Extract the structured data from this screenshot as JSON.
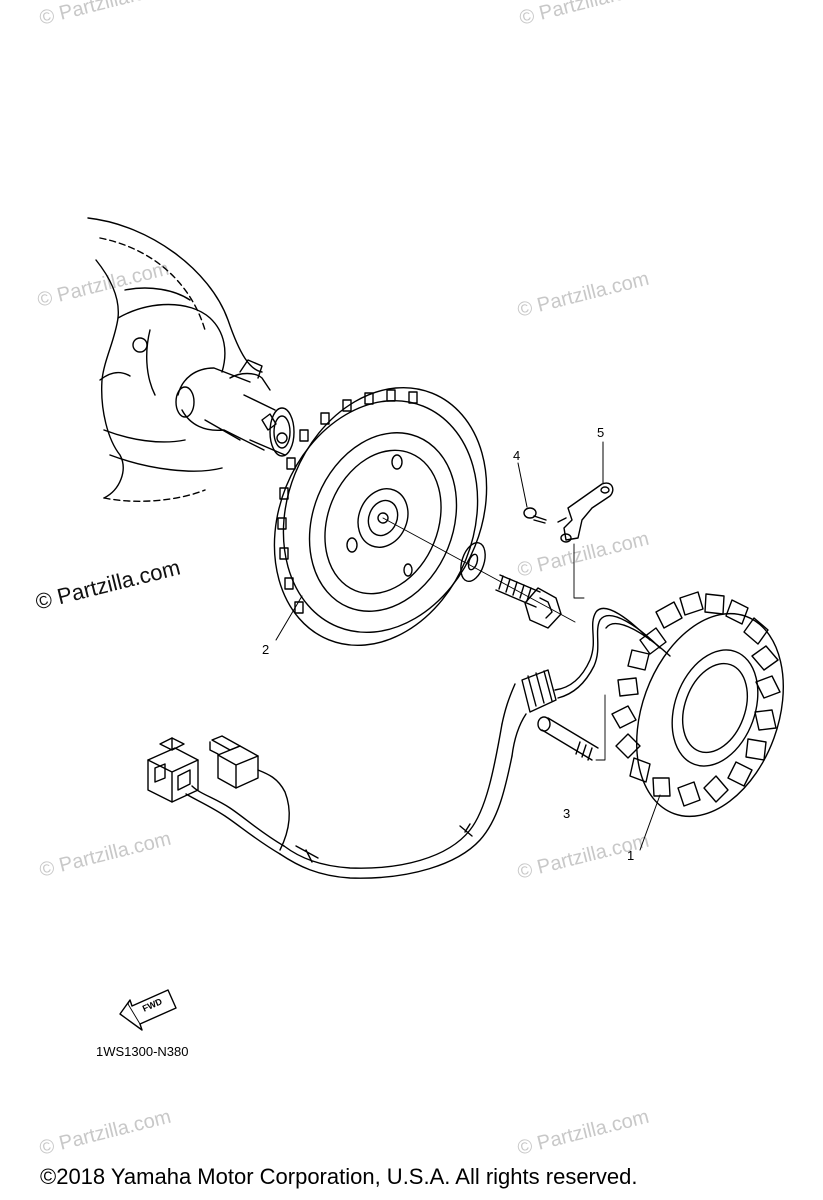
{
  "watermark": "© Partzilla.com",
  "callouts": {
    "c1": "1",
    "c2": "2",
    "c3": "3",
    "c4": "4",
    "c5": "5"
  },
  "fwd_label": "FWD",
  "diagram_code": "1WS1300-N380",
  "copyright": "©2018  Yamaha Motor Corporation, U.S.A. All rights reserved."
}
